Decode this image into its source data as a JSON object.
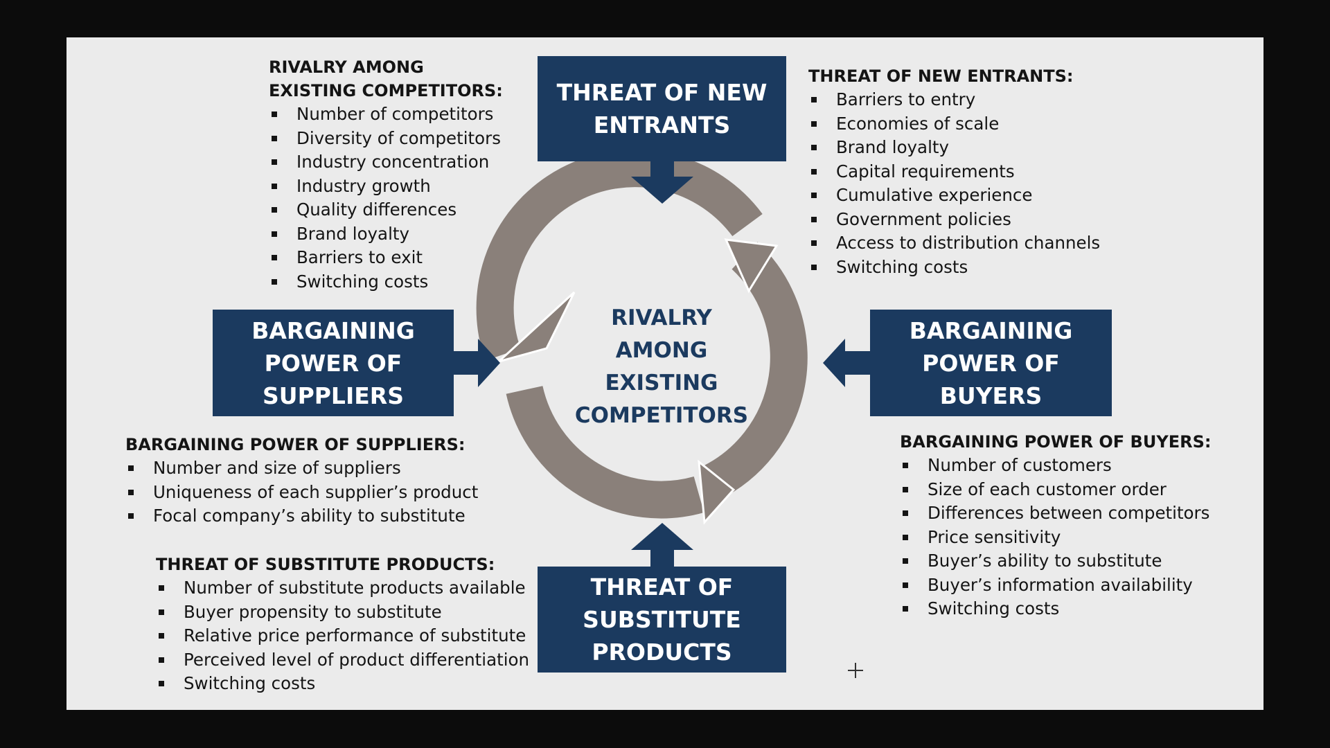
{
  "boxes": {
    "new_entrants": "THREAT OF NEW\nENTRANTS",
    "suppliers": "BARGAINING\nPOWER OF\nSUPPLIERS",
    "buyers": "BARGAINING\nPOWER OF\nBUYERS",
    "substitutes": "THREAT OF\nSUBSTITUTE\nPRODUCTS"
  },
  "center": "RIVALRY\nAMONG\nEXISTING\nCOMPETITORS",
  "lists": {
    "rivalry": {
      "title": "RIVALRY AMONG\nEXISTING COMPETITORS:",
      "items": [
        "Number of competitors",
        "Diversity of competitors",
        "Industry concentration",
        "Industry growth",
        "Quality differences",
        "Brand loyalty",
        "Barriers to exit",
        "Switching costs"
      ]
    },
    "new_entrants": {
      "title": "THREAT OF NEW ENTRANTS:",
      "items": [
        "Barriers to entry",
        "Economies of scale",
        "Brand loyalty",
        "Capital requirements",
        "Cumulative experience",
        "Government policies",
        "Access to distribution channels",
        "Switching costs"
      ]
    },
    "suppliers": {
      "title": "BARGAINING POWER OF SUPPLIERS:",
      "items": [
        "Number  and size of suppliers",
        "Uniqueness of each supplier’s product",
        "Focal company’s ability to substitute"
      ]
    },
    "buyers": {
      "title": "BARGAINING POWER OF BUYERS:",
      "items": [
        "Number of customers",
        "Size of each customer order",
        "Differences between competitors",
        "Price sensitivity",
        "Buyer’s ability to substitute",
        "Buyer’s information availability",
        "Switching costs"
      ]
    },
    "substitutes": {
      "title": "THREAT OF SUBSTITUTE PRODUCTS:",
      "items": [
        "Number of substitute products available",
        "Buyer propensity to substitute",
        "Relative price performance of substitute",
        "Perceived level of product differentiation",
        "Switching costs"
      ]
    }
  },
  "colors": {
    "box": "#1b3a5f",
    "cycle": "#8a807a",
    "slide": "#ebebeb",
    "text": "#141414"
  },
  "icons": {
    "cursor": "crosshair-cursor-icon"
  }
}
